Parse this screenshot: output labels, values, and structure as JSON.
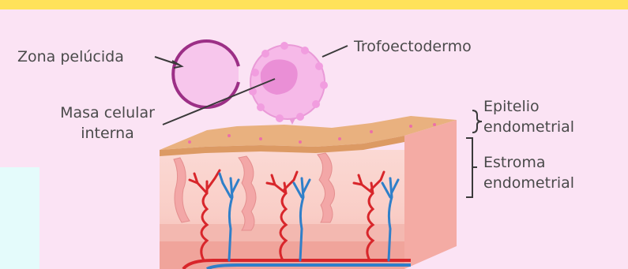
{
  "labels": {
    "zona_pelucida": "Zona pelúcida",
    "trofoectodermo": "Trofoectodermo",
    "masa_celular_line1": "Masa celular",
    "masa_celular_line2": "interna",
    "epitelio_line1": "Epitelio",
    "epitelio_line2": "endometrial",
    "estroma_line1": "Estroma",
    "estroma_line2": "endometrial"
  },
  "colors": {
    "frame": "#ffe25a",
    "background": "#fbe3f4",
    "side_strip": "#e4fbfb",
    "text": "#4a4a4a",
    "zona_outline": "#9c2f86",
    "zona_fill": "#f7c6ec",
    "embryo_outer": "#f6b9e8",
    "embryo_inner": "#ea8fd6",
    "epithelium": "#e9b17f",
    "stroma": "#fad2cc",
    "artery": "#d8262b",
    "vein": "#2f7fc9",
    "gland": "#f3a7a7"
  }
}
